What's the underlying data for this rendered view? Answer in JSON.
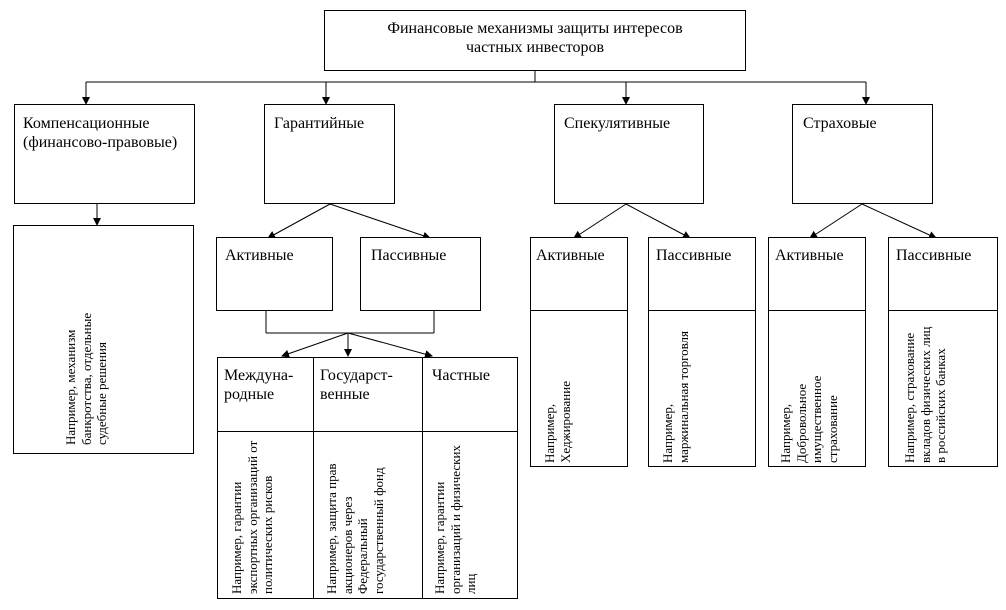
{
  "root": {
    "title": "Финансовые механизмы защиты интересов частных инвесторов"
  },
  "categories": {
    "compensation": "Компенсационные (финансово-правовые)",
    "guarantee": "Гарантийные",
    "speculative": "Спекулятивные",
    "insurance": "Страховые"
  },
  "compensation_example": "Например, механизм банкротства, отдельные судебные решения",
  "guarantee_sub": {
    "active": "Активные",
    "passive": "Пассивные",
    "types": {
      "international": "Междуна-родные",
      "state": "Государст-венные",
      "private": "Частные"
    },
    "examples": {
      "international": "Например, гарантии экспортных организаций от политических рисков",
      "state": "Например, защита прав акционеров через Федеральный государственный фонд",
      "private": "Например, гарантии организаций и физических лиц"
    }
  },
  "speculative_sub": {
    "active": "Активные",
    "passive": "Пассивные",
    "examples": {
      "active": "Например, Хеджирование",
      "passive": "Например, маржинальная торговля"
    }
  },
  "insurance_sub": {
    "active": "Активные",
    "passive": "Пассивные",
    "examples": {
      "active": "Например, Добровольное имущественное страхование",
      "passive": "Например, страхование вкладов физических лиц в российских банках"
    }
  }
}
